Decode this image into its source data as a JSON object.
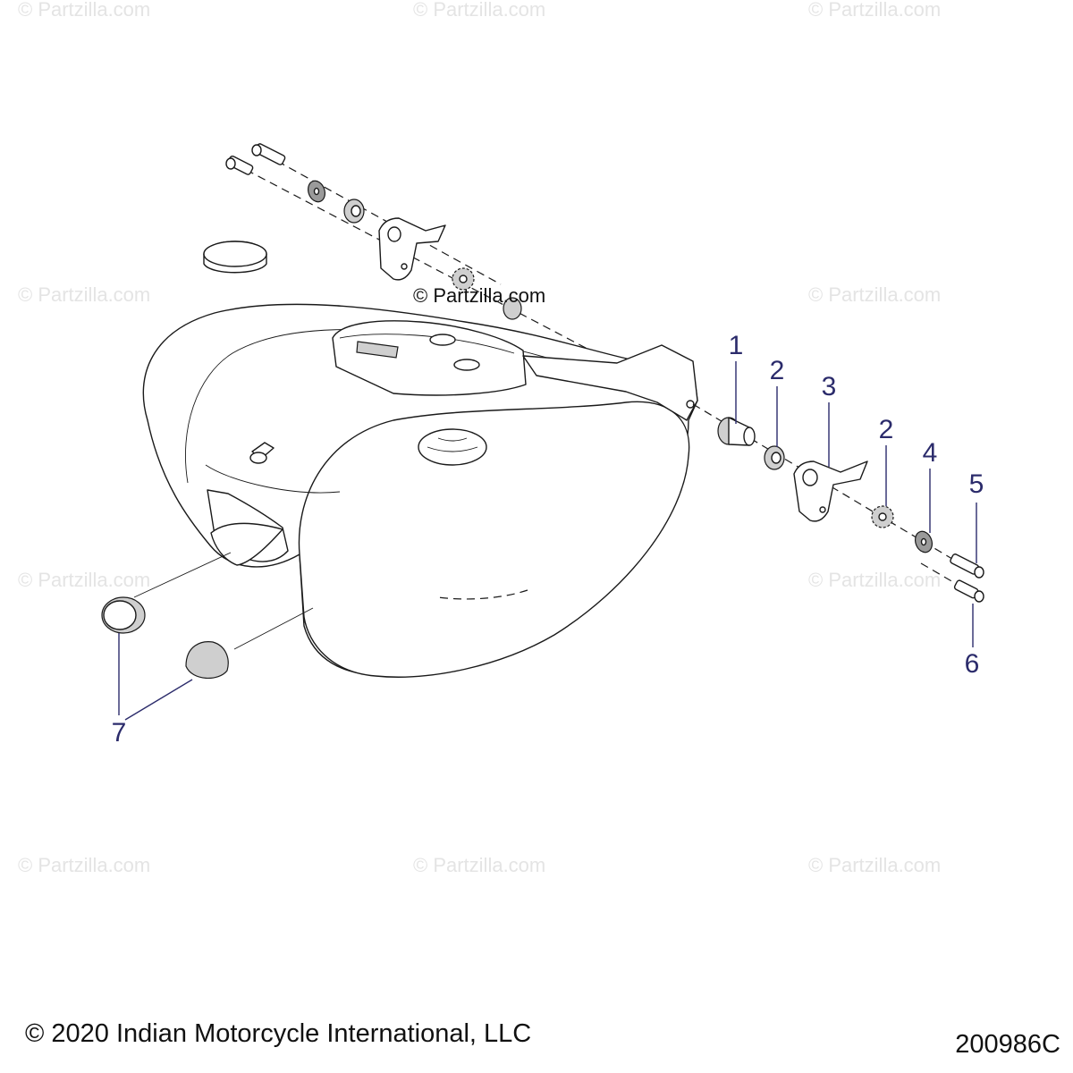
{
  "watermark": {
    "text": "© Partzilla.com"
  },
  "center_watermark": {
    "text": "© Partzilla.com"
  },
  "callouts": {
    "c1": "1",
    "c2a": "2",
    "c3": "3",
    "c2b": "2",
    "c4": "4",
    "c5": "5",
    "c6": "6",
    "c7": "7"
  },
  "footer": {
    "copyright": "© 2020 Indian Motorcycle International, LLC",
    "diagram_id": "200986C"
  },
  "colors": {
    "callout": "#2b2b6b",
    "watermark": "#e4e4e4",
    "linework": "#1a1a1a"
  }
}
